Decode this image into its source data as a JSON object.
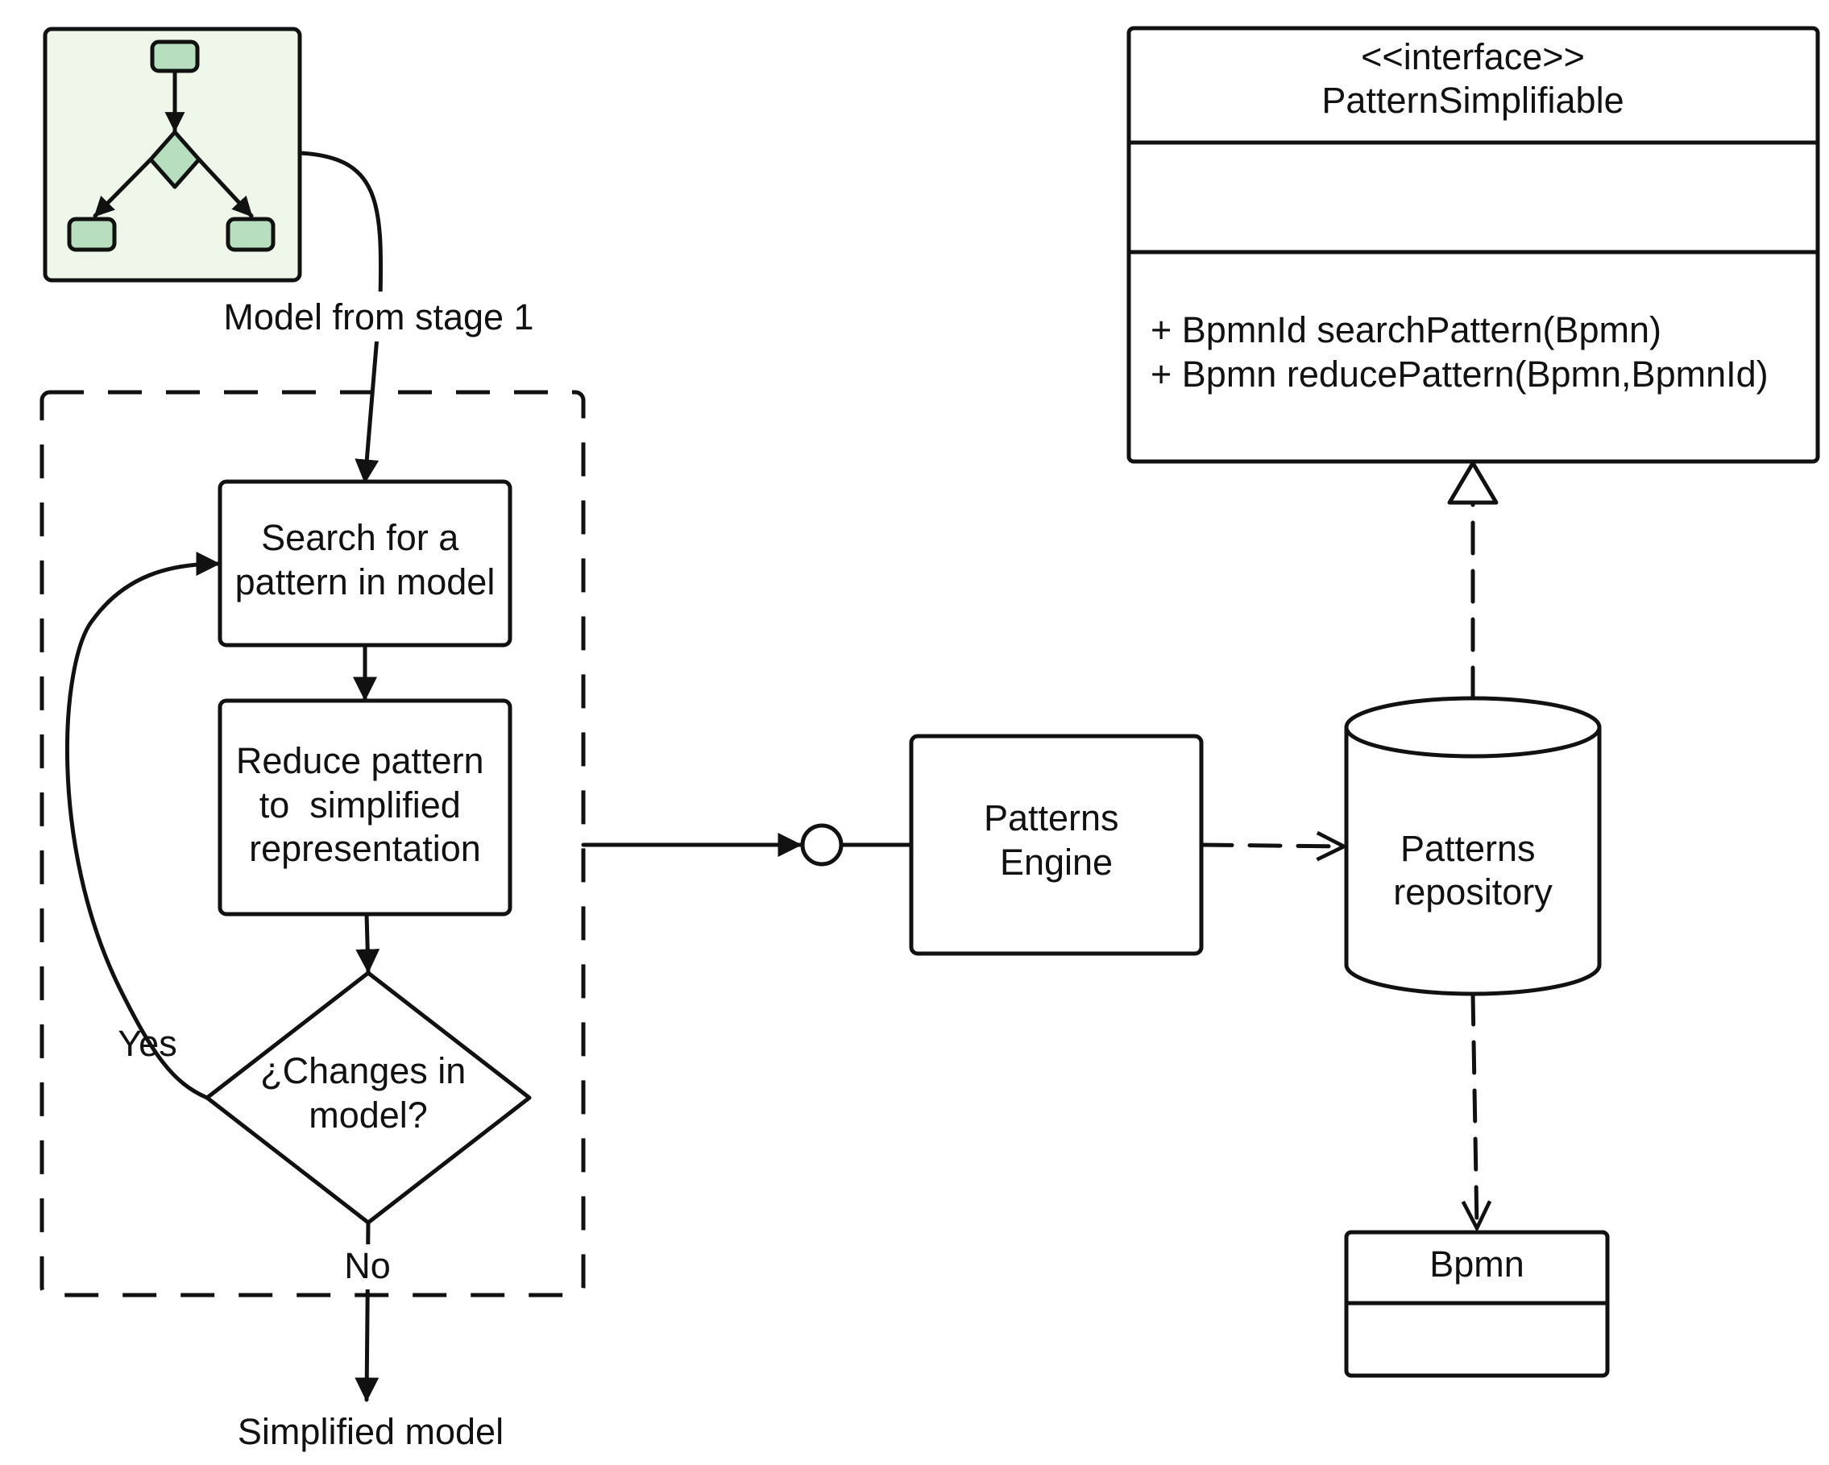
{
  "input": {
    "label": "Model from stage 1"
  },
  "process": {
    "search_lines": [
      "Search for a",
      "pattern in model"
    ],
    "reduce_lines": [
      "Reduce pattern",
      "to  simplified",
      "representation"
    ],
    "decision_lines": [
      "¿Changes in",
      "model?"
    ],
    "yes_label": "Yes",
    "no_label": "No"
  },
  "output": {
    "label": "Simplified model"
  },
  "engine": {
    "lines": [
      "Patterns",
      "Engine"
    ]
  },
  "repository": {
    "lines": [
      "Patterns",
      "repository"
    ]
  },
  "interface": {
    "stereotype": "<<interface>>",
    "name": "PatternSimplifiable",
    "methods": [
      "+ BpmnId searchPattern(Bpmn)",
      "+ Bpmn reducePattern(Bpmn,BpmnId)"
    ]
  },
  "bpmn_class": {
    "name": "Bpmn"
  },
  "colors": {
    "thumbnail_fill": "#eef7e9",
    "thumbnail_node": "#b7dfbf",
    "stroke": "#111111"
  }
}
